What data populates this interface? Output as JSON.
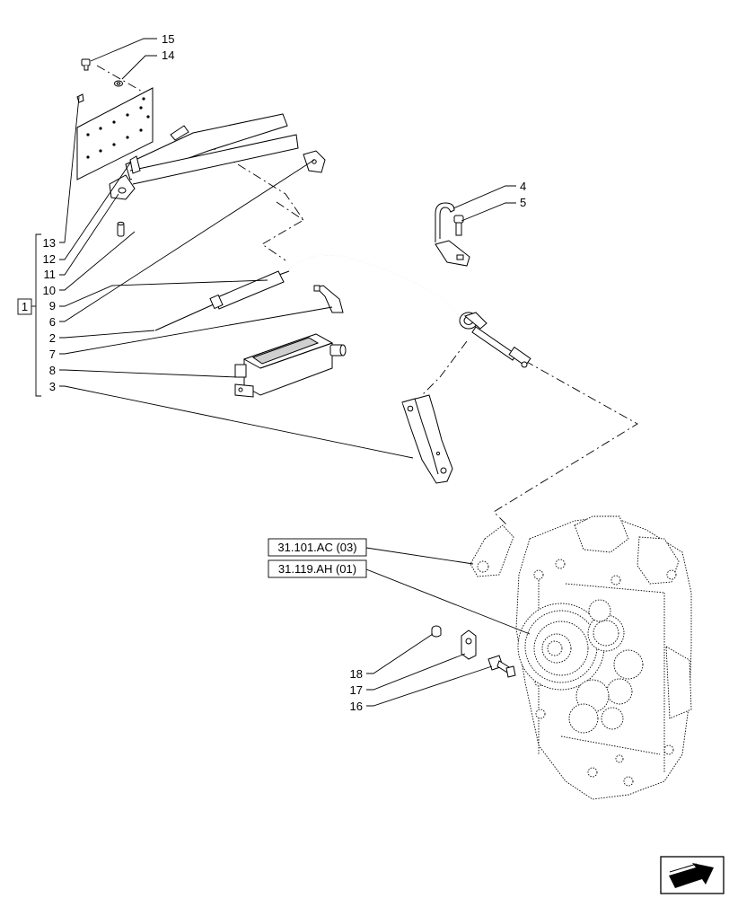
{
  "callouts": {
    "c15": "15",
    "c14": "14",
    "c4": "4",
    "c5": "5",
    "c13": "13",
    "c12": "12",
    "c11": "11",
    "c10": "10",
    "c9": "9",
    "c6": "6",
    "c2": "2",
    "c7": "7",
    "c8": "8",
    "c3": "3",
    "c18": "18",
    "c17": "17",
    "c16": "16"
  },
  "group_marker": "1",
  "references": {
    "ref_a": "31.101.AC (03)",
    "ref_b": "31.119.AH (01)"
  },
  "icons": {
    "nav": "next-page-arrow-icon"
  }
}
